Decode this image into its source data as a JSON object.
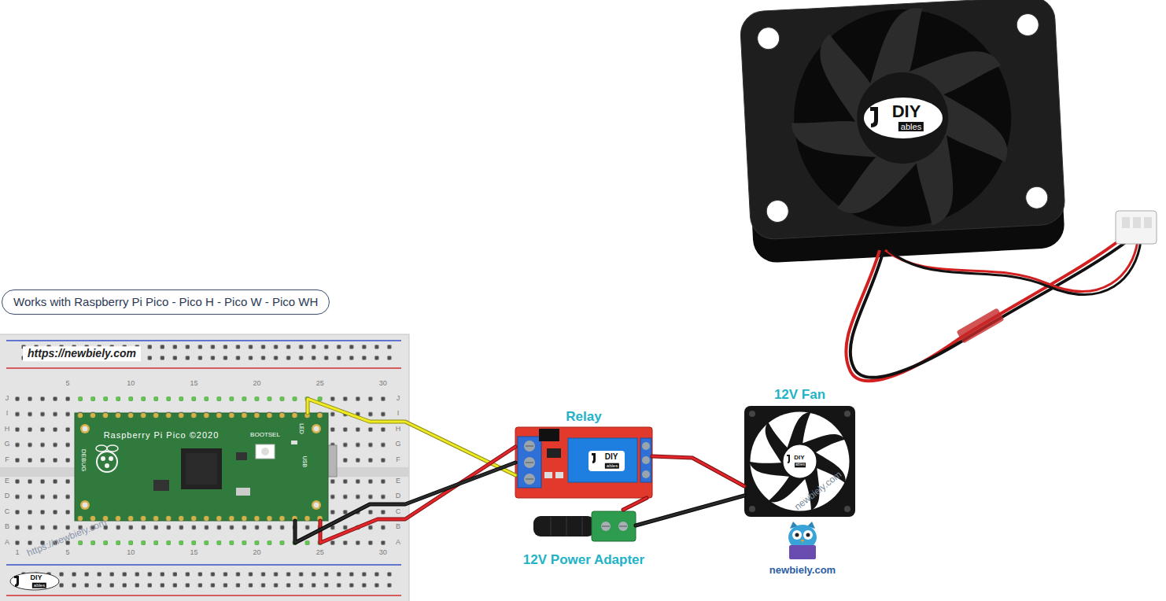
{
  "diagram": {
    "nodes": [
      {
        "text": [
          "Works with Raspberry Pi Pico - Pico H - Pico W - Pico WH"
        ]
      },
      {
        "text": [
          "Raspberry Pi Pico ©2020",
          "BOOTSEL",
          "DEBUG",
          "USB",
          "LED"
        ]
      },
      {
        "text": [
          "Relay"
        ]
      },
      {
        "text": [
          "12V Power Adapter"
        ]
      },
      {
        "text": [
          "12V Fan"
        ]
      }
    ],
    "edges": [
      {
        "from": 1,
        "to": 2,
        "arrow": "none"
      },
      {
        "from": 1,
        "to": 2,
        "arrow": "none"
      },
      {
        "from": 1,
        "to": 2,
        "arrow": "none"
      },
      {
        "from": 2,
        "to": 4,
        "arrow": "none"
      },
      {
        "from": 3,
        "to": 2,
        "arrow": "none"
      },
      {
        "from": 3,
        "to": 4,
        "arrow": "none"
      }
    ],
    "labels": [
      "https://newbiely.com",
      "5",
      "10",
      "15",
      "20",
      "25",
      "30",
      "1",
      "5",
      "10",
      "15",
      "20",
      "25",
      "30",
      "J",
      "I",
      "H",
      "G",
      "F",
      "E",
      "D",
      "C",
      "B",
      "A",
      "J",
      "I",
      "H",
      "G",
      "F",
      "E",
      "D",
      "C",
      "B",
      "A",
      "https://newbiely.com",
      "DIY",
      "ables",
      "DIY",
      "ables",
      "DIY",
      "ables",
      "newbiely.com",
      "newbiely.com",
      "DIY",
      "ables"
    ]
  }
}
